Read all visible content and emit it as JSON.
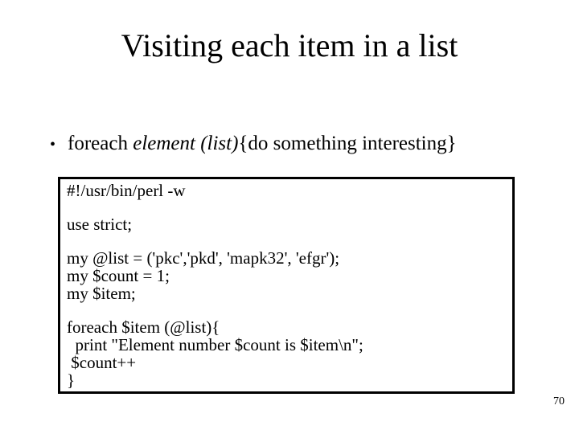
{
  "slide": {
    "title": "Visiting each item in a list",
    "bullet": {
      "marker": "•",
      "segments": [
        {
          "text": "foreach ",
          "style": "normal"
        },
        {
          "text": "element (list)",
          "style": "italic"
        },
        {
          "text": "{do something interesting}",
          "style": "normal"
        }
      ]
    },
    "code_box": {
      "paragraphs": [
        {
          "lines": [
            "#!/usr/bin/perl -w"
          ]
        },
        {
          "lines": [
            "use strict;"
          ]
        },
        {
          "lines": [
            "my @list = ('pkc','pkd', 'mapk32', 'efgr');",
            "my $count = 1;",
            "my $item;"
          ]
        },
        {
          "lines": [
            "foreach $item (@list){",
            "  print \"Element number $count is $item\\n\";",
            " $count++",
            "}"
          ]
        }
      ]
    },
    "page_number": "70"
  }
}
